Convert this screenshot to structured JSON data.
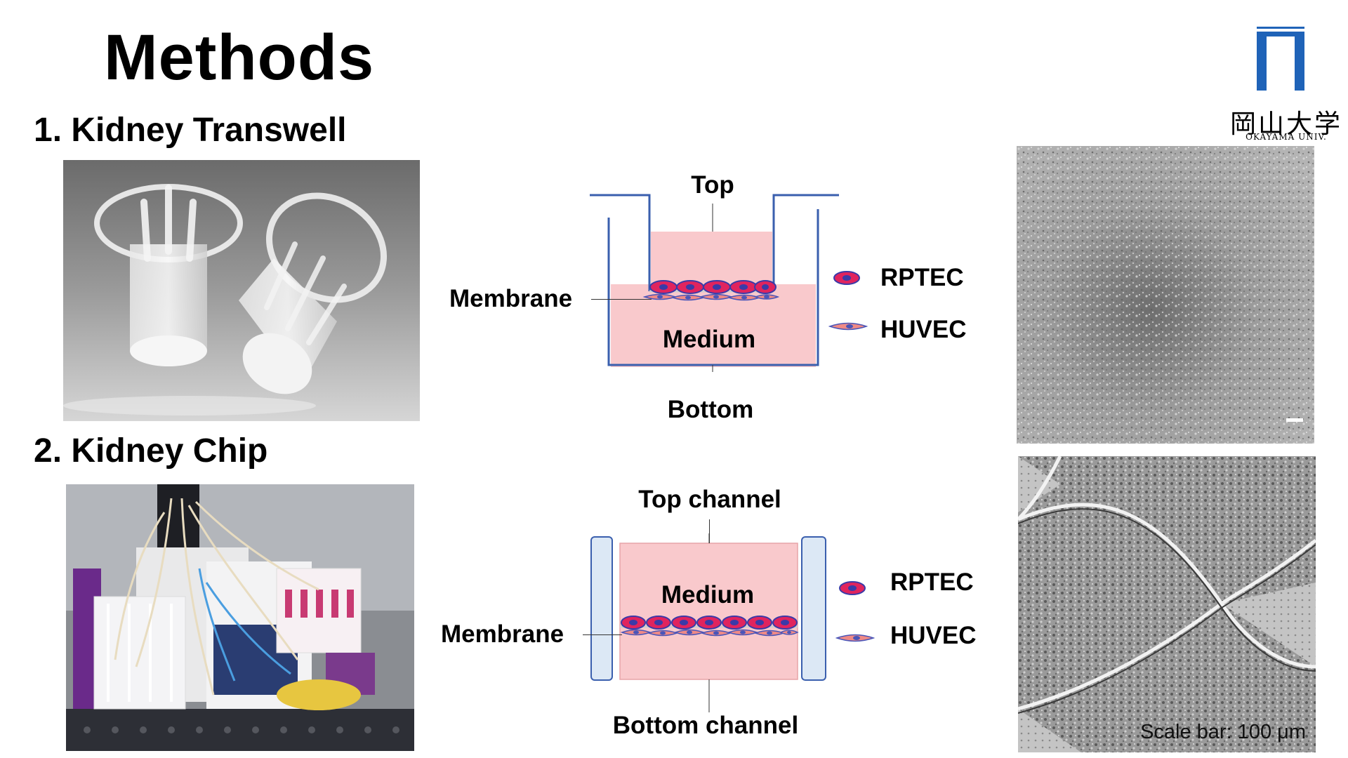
{
  "page": {
    "title": "Methods"
  },
  "logo": {
    "name_jp": "岡山大学",
    "name_en": "OKAYAMA UNIV.",
    "color": "#1f63b8"
  },
  "sections": [
    {
      "label": "1. Kidney Transwell"
    },
    {
      "label": "2. Kidney Chip"
    }
  ],
  "transwell_diagram": {
    "top_label": "Top",
    "membrane_label": "Membrane",
    "medium_label": "Medium",
    "bottom_label": "Bottom"
  },
  "chip_diagram": {
    "top_label": "Top channel",
    "membrane_label": "Membrane",
    "medium_label": "Medium",
    "bottom_label": "Bottom channel"
  },
  "legend": {
    "rptec": "RPTEC",
    "huvec": "HUVEC"
  },
  "micrographs": {
    "scale_bar": "Scale bar: 100 μm"
  },
  "colors": {
    "medium_fill": "#f9c9cc",
    "well_line": "#3a5fae",
    "rptec_fill": "#e0245e",
    "rptec_nucleus": "#3a3aa8",
    "huvec_fill": "#ef8a86",
    "huvec_nucleus": "#4a55b8",
    "channel_fill": "#dce8f5"
  }
}
